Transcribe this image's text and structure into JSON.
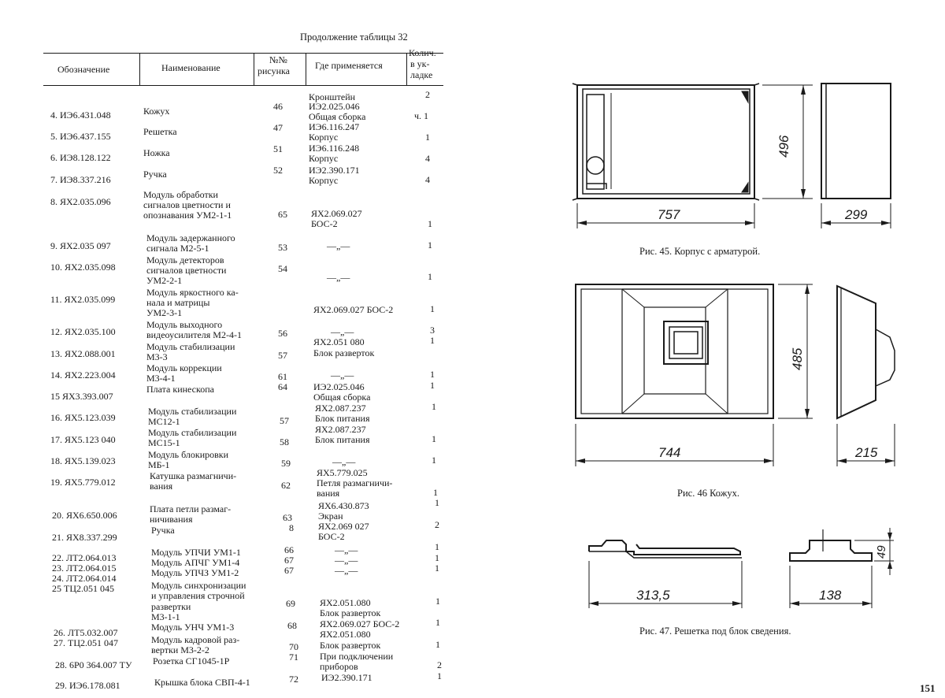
{
  "table": {
    "caption": "Продолжение таблицы 32",
    "headers": {
      "designation": "Обозначение",
      "name": "Наименование",
      "fig_no_1": "№№",
      "fig_no_2": "рисунка",
      "used_in": "Где применяется",
      "qty_1": "Колич.",
      "qty_2": "в ук-",
      "qty_3": "ладке"
    },
    "rows": [
      {
        "des": "4. ИЭ6.431.048",
        "name": [
          "Кожух"
        ],
        "fig": "46",
        "used": [
          "Кронштейн",
          "ИЭ2.025.046",
          "Общая сборка"
        ],
        "qty": [
          "2",
          "ч. 1"
        ]
      },
      {
        "des": "5. ИЭ6.437.155",
        "name": [
          "Решетка"
        ],
        "fig": "47",
        "used": [
          "ИЭ6.116.247",
          "Корпус"
        ],
        "qty": [
          "1"
        ]
      },
      {
        "des": "6. ИЭ8.128.122",
        "name": [
          "Ножка"
        ],
        "fig": "51",
        "used": [
          "ИЭ6.116.248",
          "Корпус"
        ],
        "qty": [
          "4"
        ]
      },
      {
        "des": "7. ИЭ8.337.216",
        "name": [
          "Ручка"
        ],
        "fig": "52",
        "used": [
          "ИЭ2.390.171",
          "Корпус"
        ],
        "qty": [
          "4"
        ]
      },
      {
        "des": "8. ЯХ2.035.096",
        "name": [
          "Модуль обработки",
          "сигналов цветности и",
          "опознавания УМ2-1-1"
        ],
        "fig": "65",
        "used": [
          "ЯХ2.069.027",
          "БОС-2"
        ],
        "qty": [
          "1"
        ]
      },
      {
        "des": "9. ЯХ2.035 097",
        "name": [
          "Модуль задержанного",
          "сигнала М2-5-1"
        ],
        "fig": "53",
        "used": [
          "—„—"
        ],
        "qty": [
          "1"
        ]
      },
      {
        "des": "10. ЯХ2.035.098",
        "name": [
          "Модуль детекторов",
          "сигналов цветности",
          "УМ2-2-1"
        ],
        "fig": "54",
        "used": [
          "—„—"
        ],
        "qty": [
          "1"
        ]
      },
      {
        "des": "11. ЯХ2.035.099",
        "name": [
          "Модуль яркостного ка-",
          "нала и матрицы",
          "УМ2-3-1"
        ],
        "fig": "",
        "used": [
          "ЯХ2.069.027 БОС-2"
        ],
        "qty": [
          "1"
        ]
      },
      {
        "des": "12. ЯХ2.035.100",
        "name": [
          "Модуль выходного",
          "видеоусилителя М2-4-1"
        ],
        "fig": "56",
        "used": [
          "—„—",
          "ЯХ2.051 080"
        ],
        "qty": [
          "3",
          "1"
        ]
      },
      {
        "des": "13. ЯХ2.088.001",
        "name": [
          "Модуль стабилизации",
          "М3-3"
        ],
        "fig": "57",
        "used": [
          "Блок разверток"
        ],
        "qty": []
      },
      {
        "des": "14. ЯХ2.223.004",
        "name": [
          "Модуль коррекции",
          "М3-4-1"
        ],
        "fig": "61",
        "used": [
          "—„—"
        ],
        "qty": [
          "1"
        ]
      },
      {
        "des": "15 ЯХ3.393.007",
        "name": [
          "Плата кинескопа"
        ],
        "fig": "64",
        "used": [
          "ИЭ2.025.046",
          "Общая сборка"
        ],
        "qty": [
          "1"
        ]
      },
      {
        "des": "16. ЯХ5.123.039",
        "name": [
          "Модуль стабилизации",
          "МС12-1"
        ],
        "fig": "57",
        "used": [
          "ЯХ2.087.237",
          "Блок питания"
        ],
        "qty": [
          "1"
        ]
      },
      {
        "des": "17. ЯХ5.123 040",
        "name": [
          "Модуль стабилизации",
          "МС15-1"
        ],
        "fig": "58",
        "used": [
          "ЯХ2.087.237",
          "Блок питания"
        ],
        "qty": [
          "1"
        ]
      },
      {
        "des": "18. ЯХ5.139.023",
        "name": [
          "Модуль блокировки",
          "МБ-1"
        ],
        "fig": "59",
        "used": [
          "—„—"
        ],
        "qty": [
          "1"
        ]
      },
      {
        "des": "19. ЯХ5.779.012",
        "name": [
          "Катушка размагничи-",
          "вания"
        ],
        "fig": "62",
        "used": [
          "ЯХ5.779.025",
          "Петля размагничи-",
          "вания"
        ],
        "qty": [
          "1"
        ]
      },
      {
        "des": "20. ЯХ6.650.006",
        "name": [
          "Плата петли размаг-",
          "ничивания"
        ],
        "fig": "63",
        "used": [
          "ЯХ6.430.873",
          "Экран"
        ],
        "qty": [
          "1"
        ]
      },
      {
        "des": "21. ЯХ8.337.299",
        "name": [
          "Ручка"
        ],
        "fig": "8",
        "used": [
          "ЯХ2.069 027",
          "БОС-2"
        ],
        "qty": [
          "2"
        ]
      },
      {
        "des": "22. ЛТ2.064.013",
        "name": [
          "Модуль УПЧИ УМ1-1"
        ],
        "fig": "66",
        "used": [
          "—„—"
        ],
        "qty": [
          "1"
        ]
      },
      {
        "des": "23. ЛТ2.064.015",
        "name": [
          "Модуль АПЧГ УМ1-4"
        ],
        "fig": "67",
        "used": [
          "—„—"
        ],
        "qty": [
          "1"
        ]
      },
      {
        "des": "24. ЛТ2.064.014",
        "name": [
          "Модуль УПЧЗ УМ1-2"
        ],
        "fig": "67",
        "used": [
          "—„—"
        ],
        "qty": [
          "1"
        ]
      },
      {
        "des": "25 ТЦ2.051 045",
        "name": [
          "Модуль синхронизации",
          "и управления строчной",
          "развертки",
          "М3-1-1"
        ],
        "fig": "69",
        "used": [
          "ЯХ2.051.080",
          "Блок разверток"
        ],
        "qty": [
          "1"
        ]
      },
      {
        "des": "26. ЛТ5.032.007",
        "name": [
          "Модуль УНЧ УМ1-3"
        ],
        "fig": "68",
        "used": [
          "ЯХ2.069.027 БОС-2",
          "ЯХ2.051.080"
        ],
        "qty": [
          "1"
        ]
      },
      {
        "des": "27. ТЦ2.051 047",
        "name": [
          "Модуль кадровой раз-",
          "вертки М3-2-2"
        ],
        "fig": "70",
        "used": [
          "Блок разверток"
        ],
        "qty": [
          "1"
        ]
      },
      {
        "des": "28. 6Р0 364.007 ТУ",
        "name": [
          "Розетка СГ1045-1Р"
        ],
        "fig": "71",
        "used": [
          "При подключении",
          "приборов"
        ],
        "qty": [
          "2"
        ]
      },
      {
        "des": "29. ИЭ6.178.081",
        "name": [
          "Крышка блока СВП-4-1"
        ],
        "fig": "72",
        "used": [
          "ИЭ2.390.171"
        ],
        "qty": [
          "1"
        ]
      }
    ]
  },
  "figures": {
    "fig45": {
      "caption": "Рис. 45. Корпус с арматурой.",
      "dim_width": "757",
      "dim_height": "496",
      "dim_depth": "299"
    },
    "fig46": {
      "caption": "Рис. 46 Кожух.",
      "dim_width": "744",
      "dim_height": "485",
      "dim_depth": "215"
    },
    "fig47": {
      "caption": "Рис. 47. Решетка под блок сведения.",
      "dim_width": "313,5",
      "dim_depth": "138",
      "dim_height": "49"
    }
  },
  "page_number": "151"
}
